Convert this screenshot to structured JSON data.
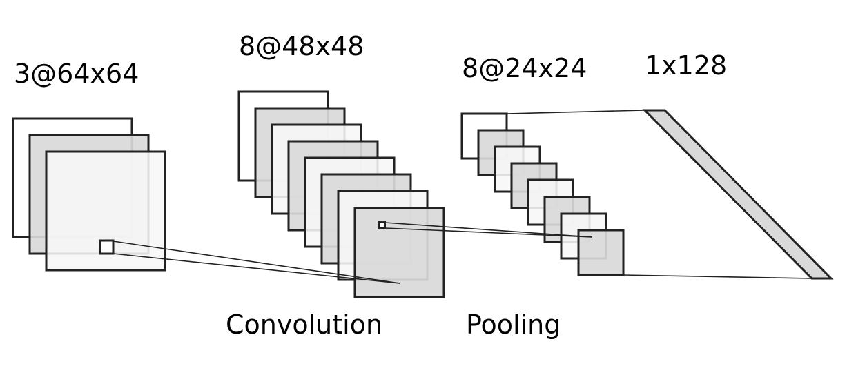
{
  "layers": {
    "input": {
      "label": "3@64x64",
      "maps": 3
    },
    "conv": {
      "label": "8@48x48",
      "maps": 8
    },
    "pool": {
      "label": "8@24x24",
      "maps": 8
    },
    "fc": {
      "label": "1x128"
    }
  },
  "operations": {
    "convolution": "Convolution",
    "pooling": "Pooling"
  },
  "colors": {
    "stroke": "#222222",
    "shaded_fill": "#d9d9d9",
    "light_fill": "#f7f7f7",
    "background": "#ffffff"
  }
}
